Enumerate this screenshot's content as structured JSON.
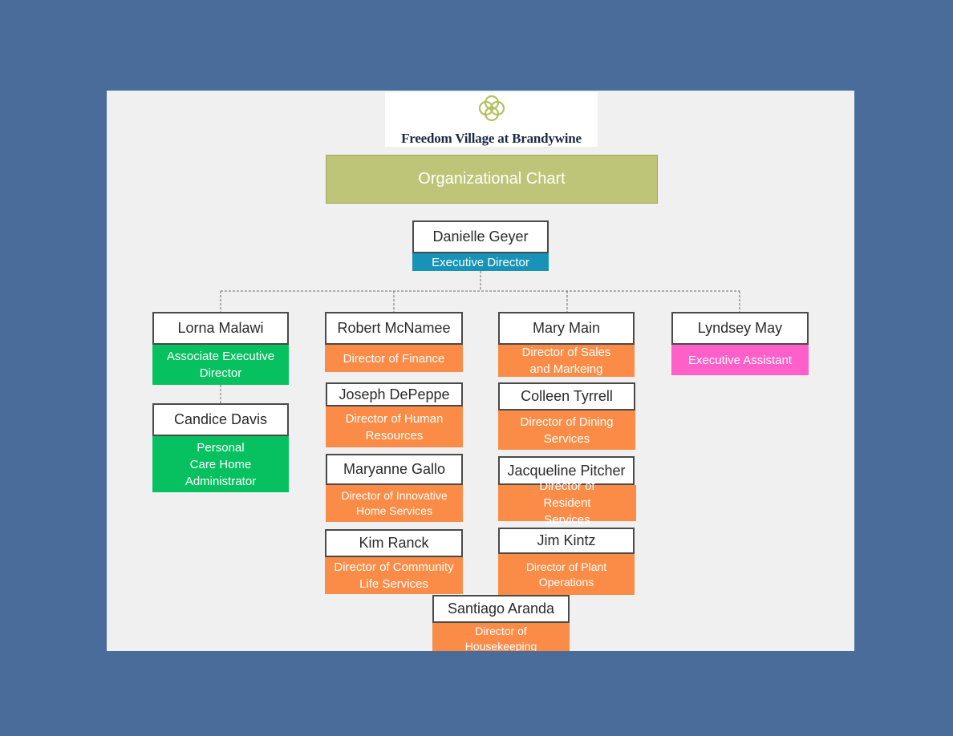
{
  "logo": {
    "icon": "celtic-knot-icon",
    "text": "Freedom Village at Brandywine"
  },
  "title": "Organizational Chart",
  "colors": {
    "background": "#4a6c9b",
    "slide": "#f0f0f0",
    "title_box": "#bfc578",
    "executive": "#1793b7",
    "associate": "#07c160",
    "director": "#fb8c47",
    "assistant": "#ff5fc8"
  },
  "nodes": {
    "executive_director": {
      "name": "Danielle Geyer",
      "role": "Executive Director"
    },
    "associate_executive_director": {
      "name": "Lorna Malawi",
      "role": "Associate Executive Director"
    },
    "personal_care_home_administrator": {
      "name": "Candice Davis",
      "role": "Personal Care Home Administrator"
    },
    "director_finance": {
      "name": "Robert McNamee",
      "role": "Director of Finance"
    },
    "director_human_resources": {
      "name": "Joseph DePeppe",
      "role": "Director of Human Resources"
    },
    "director_innovative_home_services": {
      "name": "Maryanne Gallo",
      "role": "Director of Innovative Home Services"
    },
    "director_community_life": {
      "name": "Kim Ranck",
      "role": "Director of Community Life Services"
    },
    "director_sales": {
      "name": "Mary Main",
      "role": "Director of Sales and Markeing"
    },
    "director_dining": {
      "name": "Colleen Tyrrell",
      "role": "Director of Dining Services"
    },
    "director_resident_services": {
      "name": "Jacqueline Pitcher",
      "role": "Director of Resident Services"
    },
    "director_plant_operations": {
      "name": "Jim Kintz",
      "role": "Director of Plant Operations"
    },
    "director_housekeeping": {
      "name": "Santiago Aranda",
      "role": "Director of Housekeeping"
    },
    "executive_assistant": {
      "name": "Lyndsey May",
      "role": "Executive Assistant"
    }
  }
}
